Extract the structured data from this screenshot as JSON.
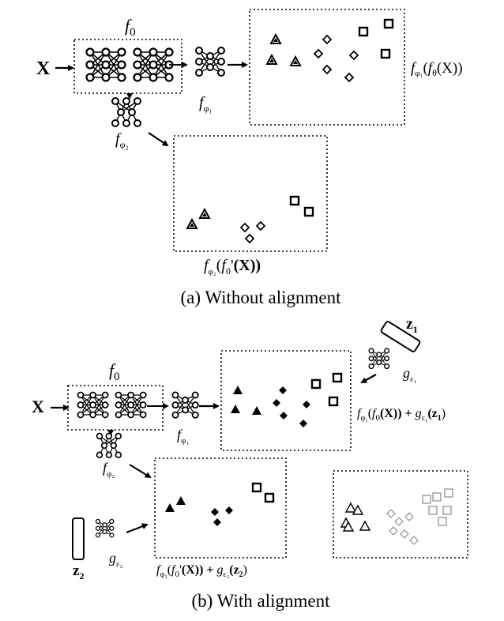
{
  "panel_a": {
    "input_label": "X",
    "encoder_label": "f",
    "encoder_sub": "0",
    "head1_label": "f",
    "head1_sub": "φ₁",
    "head2_label": "f",
    "head2_sub": "φ₂",
    "output1_label": "f_{φ1}(f_θ(X))",
    "output1_parts": {
      "f1": "f",
      "s1": "φ₁",
      "open": "(",
      "f2": "f",
      "s2": "θ",
      "arg": "(X))"
    },
    "output2_parts": {
      "f1": "f",
      "s1": "φ₂",
      "open": "(",
      "f2": "f",
      "s2": "0",
      "prime": "'",
      "arg": "(X))"
    },
    "caption": "(a) Without alignment"
  },
  "panel_b": {
    "input_label": "X",
    "encoder_label": "f",
    "encoder_sub": "0",
    "head1_label": "f",
    "head1_sub": "φ₁",
    "head2_label": "f",
    "head2_sub": "φ₂",
    "z1_label": "z",
    "z1_sub": "1",
    "z2_label": "z",
    "z2_sub": "2",
    "g1_label": "g",
    "g1_sub": "ε₁",
    "g2_label": "g",
    "g2_sub": "ε₂",
    "output1_parts": {
      "f1": "f",
      "s1": "φ₁",
      "open": "(",
      "f2": "f",
      "s2": "0",
      "arg": "(X)) + ",
      "g": "g",
      "gs": "ε₁",
      "z": "(z",
      "zs": "1",
      "close": ")"
    },
    "output2_parts": {
      "f1": "f",
      "s1": "φ₂",
      "open": "(",
      "f2": "f",
      "s2": "0",
      "prime": "'",
      "arg": "(X)) + ",
      "g": "g",
      "gs": "ε₂",
      "z": "(z",
      "zs": "2",
      "close": ")"
    },
    "caption": "(b) With alignment"
  },
  "colors": {
    "stroke": "#000000",
    "faded": "#9a9a9a"
  },
  "icons": [
    "triangle-marker",
    "diamond-marker",
    "square-marker",
    "neural-network-icon",
    "arrow-icon",
    "noise-vector-icon"
  ]
}
